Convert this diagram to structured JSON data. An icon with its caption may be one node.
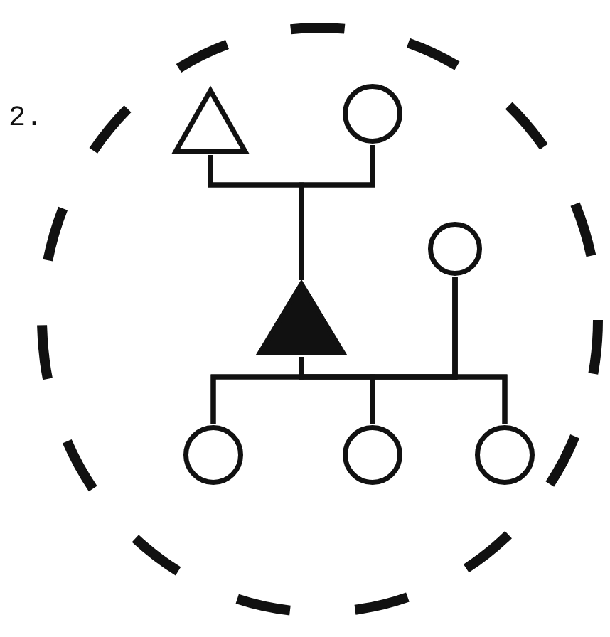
{
  "diagram": {
    "nodes": [
      {
        "text": [],
        "shape": "circle"
      },
      {
        "text": [],
        "shape": "triangle",
        "in": 0
      },
      {
        "text": [],
        "shape": "circle",
        "in": 0
      },
      {
        "text": [],
        "shape": "triangle",
        "in": 0
      },
      {
        "text": [],
        "shape": "circle",
        "in": 0
      },
      {
        "text": [],
        "shape": "circle",
        "in": 0
      },
      {
        "text": [],
        "shape": "circle",
        "in": 0
      },
      {
        "text": [],
        "shape": "circle",
        "in": 0
      }
    ],
    "edges": [
      {
        "from": 1,
        "to": 2,
        "arrow": "none"
      },
      {
        "from": 1,
        "to": 3,
        "arrow": "none"
      },
      {
        "from": 2,
        "to": 3,
        "arrow": "none"
      },
      {
        "from": 3,
        "to": 4,
        "arrow": "none"
      },
      {
        "from": 3,
        "to": 5,
        "arrow": "none"
      },
      {
        "from": 3,
        "to": 6,
        "arrow": "none"
      },
      {
        "from": 3,
        "to": 7,
        "arrow": "none"
      },
      {
        "from": 4,
        "to": 5,
        "arrow": "none"
      },
      {
        "from": 4,
        "to": 6,
        "arrow": "none"
      },
      {
        "from": 4,
        "to": 7,
        "arrow": "none"
      }
    ],
    "labels": [
      "2."
    ]
  }
}
